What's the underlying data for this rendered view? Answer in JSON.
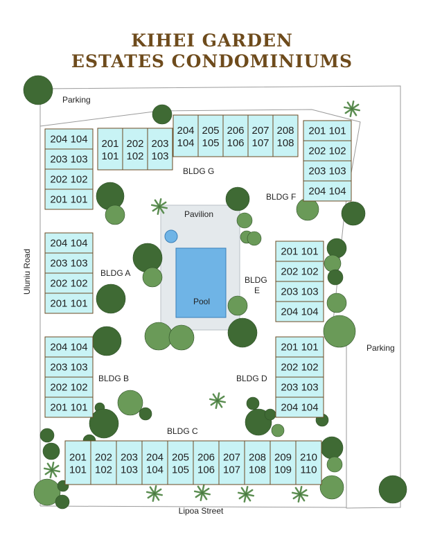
{
  "title_line1": "KIHEI GARDEN",
  "title_line2": "ESTATES CONDOMINIUMS",
  "labels": {
    "parking_top": "Parking",
    "parking_right": "Parking",
    "uluniu_road": "Uluniu Road",
    "lipoa_street": "Lipoa Street",
    "pavilion": "Pavilion",
    "pool": "Pool",
    "bldg_a": "BLDG A",
    "bldg_b": "BLDG B",
    "bldg_c": "BLDG C",
    "bldg_d": "BLDG D",
    "bldg_e_line1": "BLDG",
    "bldg_e_line2": "E",
    "bldg_f": "BLDG F",
    "bldg_g": "BLDG G"
  },
  "buildings": {
    "top_left": [
      [
        "204",
        "104"
      ],
      [
        "203",
        "103"
      ],
      [
        "202",
        "102"
      ],
      [
        "201",
        "101"
      ]
    ],
    "a": [
      [
        "204",
        "104"
      ],
      [
        "203",
        "103"
      ],
      [
        "202",
        "102"
      ],
      [
        "201",
        "101"
      ]
    ],
    "b": [
      [
        "204",
        "104"
      ],
      [
        "203",
        "103"
      ],
      [
        "202",
        "102"
      ],
      [
        "201",
        "101"
      ]
    ],
    "g_left": [
      [
        "201",
        "101"
      ],
      [
        "202",
        "102"
      ],
      [
        "203",
        "103"
      ]
    ],
    "g_right": [
      [
        "204",
        "104"
      ],
      [
        "205",
        "105"
      ],
      [
        "206",
        "106"
      ],
      [
        "207",
        "107"
      ],
      [
        "208",
        "108"
      ]
    ],
    "f": [
      [
        "201",
        "101"
      ],
      [
        "202",
        "102"
      ],
      [
        "203",
        "103"
      ],
      [
        "204",
        "104"
      ]
    ],
    "e": [
      [
        "201",
        "101"
      ],
      [
        "202",
        "102"
      ],
      [
        "203",
        "103"
      ],
      [
        "204",
        "104"
      ]
    ],
    "d": [
      [
        "201",
        "101"
      ],
      [
        "202",
        "102"
      ],
      [
        "203",
        "103"
      ],
      [
        "204",
        "104"
      ]
    ],
    "c": [
      [
        "201",
        "101"
      ],
      [
        "202",
        "102"
      ],
      [
        "203",
        "103"
      ],
      [
        "204",
        "104"
      ],
      [
        "205",
        "105"
      ],
      [
        "206",
        "106"
      ],
      [
        "207",
        "107"
      ],
      [
        "208",
        "108"
      ],
      [
        "209",
        "109"
      ],
      [
        "210",
        "110"
      ]
    ]
  },
  "colors": {
    "unit_fill": "#c8f3f5",
    "unit_stroke": "#6b4a22",
    "pool_fill": "#6fb4e6",
    "pavilion_fill": "#e4e9ec",
    "tree_dark": "#3f6a34",
    "tree_light": "#6a9a58",
    "title_brown": "#6e4b1c"
  }
}
